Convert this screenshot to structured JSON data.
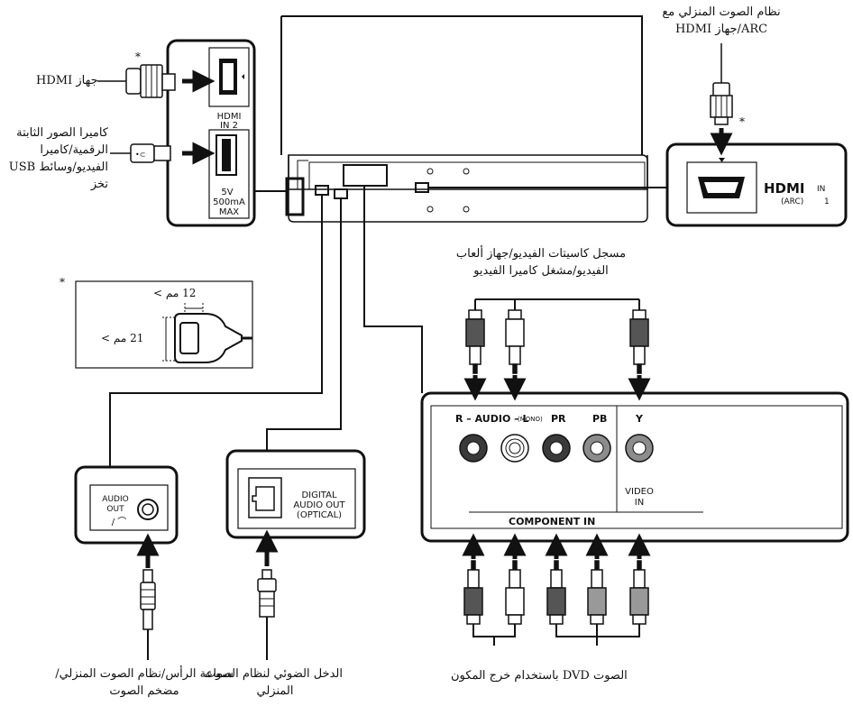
{
  "labels": {
    "hdmi_device": "جهاز HDMI",
    "usb_device_l1": "كاميرا الصور الثابتة",
    "usb_device_l2": "الرقمية/كاميرا",
    "usb_device_l3": "الفيديو/وسائط USB",
    "usb_device_l4": "تخز",
    "arc_l1": "نظام الصوت المنزلي مع",
    "arc_l2": "ARC/جهاز HDMI",
    "vcr_l1": "مسجل كاسيتات الفيديو/جهاز ألعاب",
    "vcr_l2": "الفيديو/مشغل كاميرا الفيديو",
    "plug_width": "12 مم >",
    "plug_height": "21 مم >",
    "headphone_l1": "سماعة الرأس/نظام الصوت المنزلي/",
    "headphone_l2": "مضخم الصوت",
    "optical_l1": "الدخل الضوئي لنظام الصوت",
    "optical_l2": "المنزلي",
    "component_out": "الصوت DVD باستخدام خرج المكون",
    "asterisk": "*"
  },
  "ports": {
    "hdmi2_l1": "HDMI",
    "hdmi2_l2": "IN 2",
    "usb_l1": "5V",
    "usb_l2": "500mA",
    "usb_l3": "MAX",
    "hdmi1_logo": "HDMI",
    "hdmi1_in": "IN",
    "hdmi1_arc": "(ARC)",
    "hdmi1_num": "1",
    "audio_out_l1": "AUDIO",
    "audio_out_l2": "OUT",
    "audio_out_l3": "/ ⌒",
    "digital_l1": "DIGITAL",
    "digital_l2": "AUDIO OUT",
    "digital_l3": "(OPTICAL)",
    "comp_audio": "R – AUDIO – L",
    "comp_mono": "(MONO)",
    "comp_pr": "PR",
    "comp_pb": "PB",
    "comp_y": "Y",
    "comp_video_l1": "VIDEO",
    "comp_video_l2": "IN",
    "comp_in": "COMPONENT IN"
  },
  "colors": {
    "line": "#111111",
    "port_gray": "#8c8c8c",
    "port_dark": "#3a3a3a"
  }
}
